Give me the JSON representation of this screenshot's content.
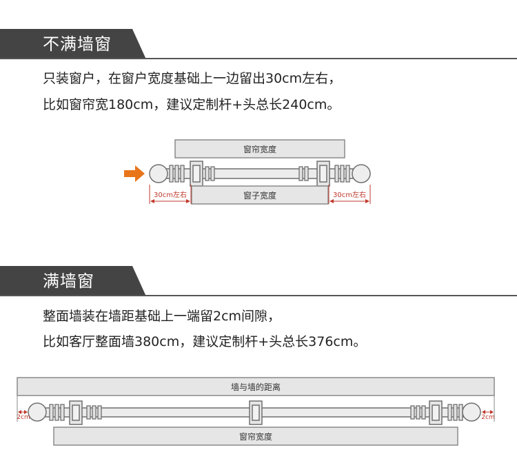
{
  "section1": {
    "title": "不满墙窗",
    "line1": "只装窗户，在窗户宽度基础上一边留出30cm左右，",
    "line2": "比如窗帘宽180cm，建议定制杆+头总长240cm。",
    "diagram": {
      "top_bar_label": "窗帘宽度",
      "bottom_bar_label": "窗子宽度",
      "left_gap_label": "30cm左右",
      "right_gap_label": "30cm左右"
    }
  },
  "section2": {
    "title": "满墙窗",
    "line1": "整面墙装在墙距基础上一端留2cm间隙，",
    "line2": "比如客厅整面墙380cm，建议定制杆+头总长376cm。",
    "diagram": {
      "top_bar_label": "墙与墙的距离",
      "bottom_bar_label": "窗帘宽度",
      "left_gap_label": "2cm",
      "right_gap_label": "2cm"
    }
  },
  "colors": {
    "header_bg": "#444444",
    "arrow": "#e8751a",
    "dimension_red": "#c0392b",
    "bar_fill": "#e6e6e6",
    "rod_fill": "#ececec"
  }
}
